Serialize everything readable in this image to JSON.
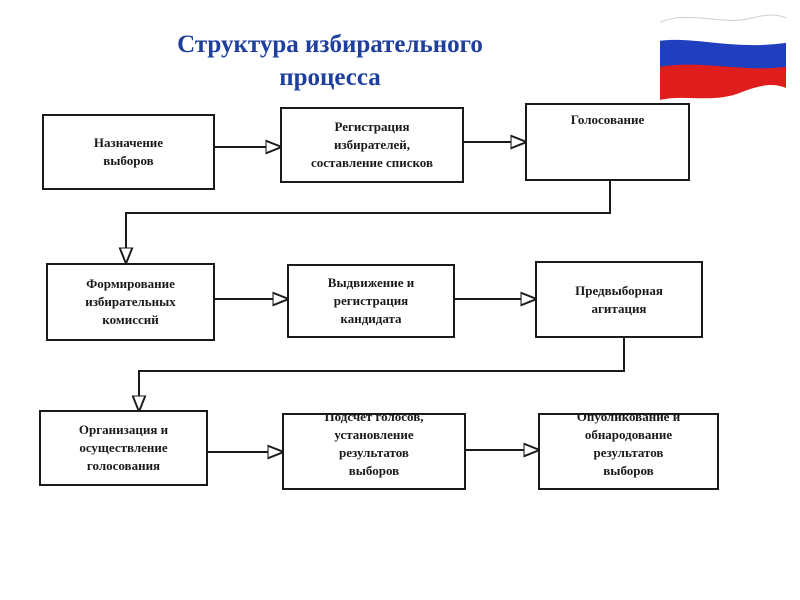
{
  "title": "Структура избирательного\nпроцесса",
  "steps": [
    "Назначение\nвыборов",
    "Регистрация\nизбирателей,\nсоставление списков",
    "Голосование",
    "Формирование\nизбирательных\nкомиссий",
    "Выдвижение и\nрегистрация\nкандидата",
    "Предвыборная\nагитация",
    "Организация и\nосуществление\nголосования",
    "Подсчет голосов,\nустановление\nрезультатов\nвыборов",
    "Опубликование и\nобнародование\nрезультатов\nвыборов"
  ],
  "colors": {
    "title": "#1f3f9e",
    "flag_white": "#ffffff",
    "flag_blue": "#1f3fbf",
    "flag_red": "#e01d1d"
  },
  "icons": {
    "flag": "russian-flag-icon"
  }
}
